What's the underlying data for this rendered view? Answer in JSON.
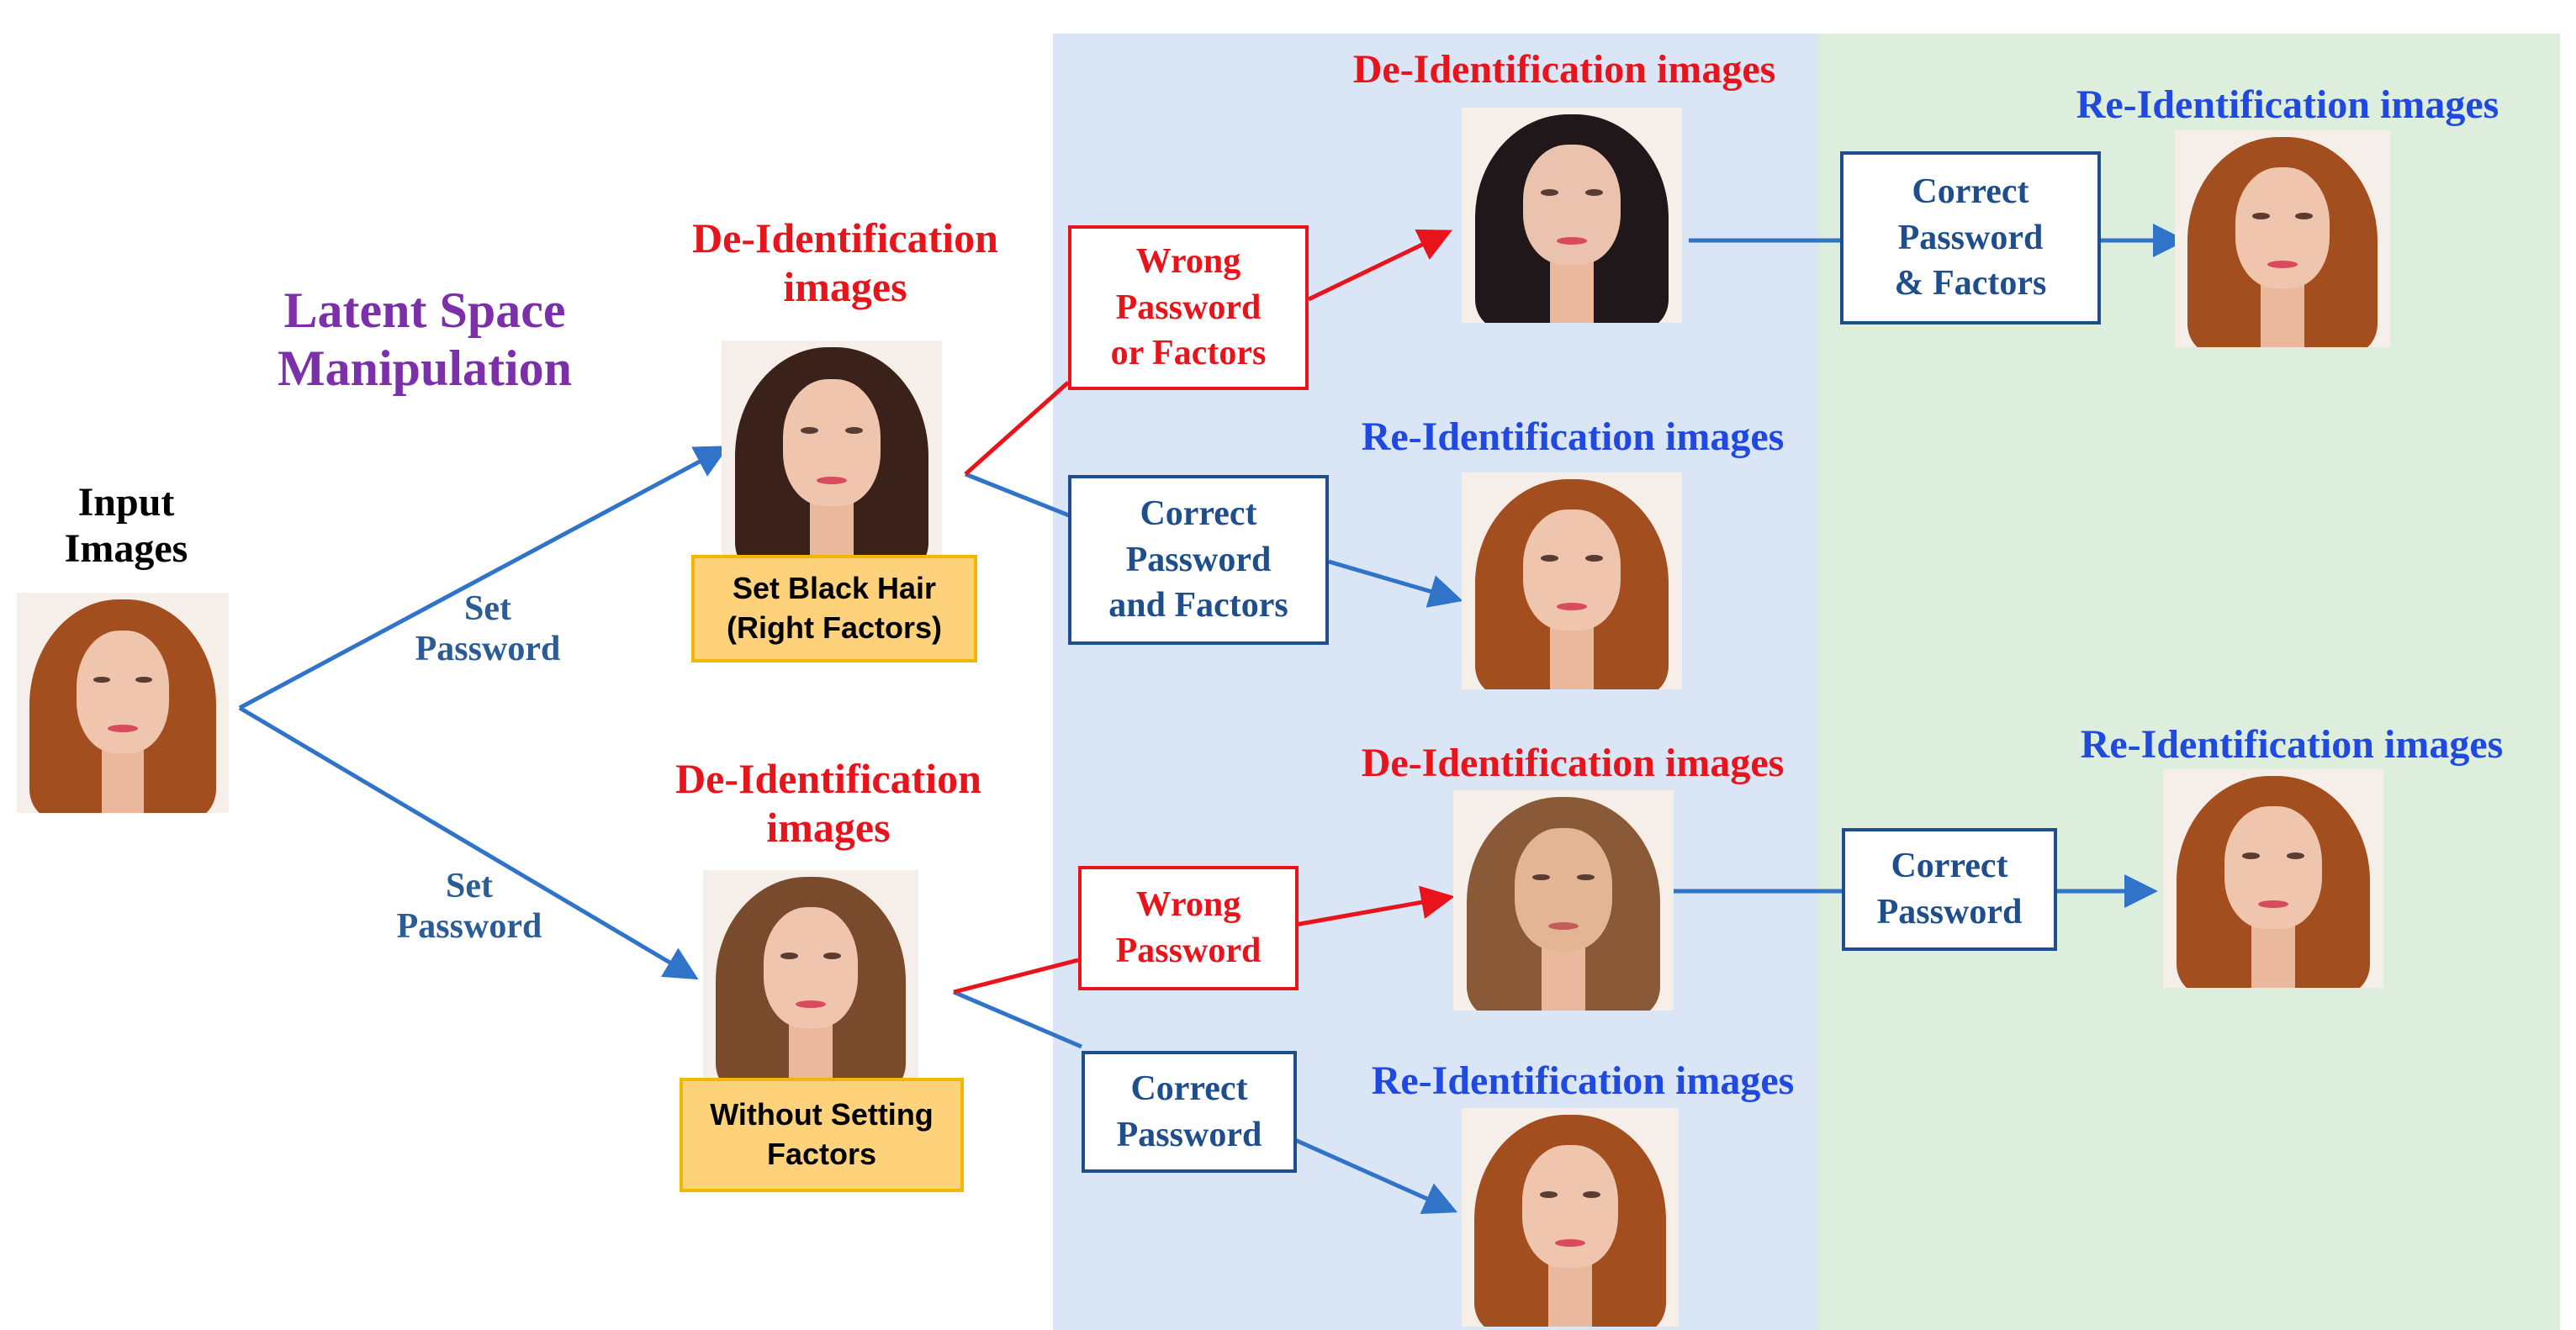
{
  "colors": {
    "arrow_blue": "#2f74c9",
    "arrow_red": "#e8141b",
    "panel_blue": "#dae5f5",
    "panel_green": "#ddeedd"
  },
  "input": {
    "label": "Input\nImages"
  },
  "latent": {
    "label": "Latent Space\nManipulation"
  },
  "edges": {
    "set_password_top": "Set\nPassword",
    "set_password_bottom": "Set\nPassword"
  },
  "top_branch": {
    "deid_label": "De-Identification\nimages",
    "factor_box": "Set Black Hair\n(Right Factors)",
    "wrong_box": "Wrong\nPassword\nor Factors",
    "correct_box": "Correct\nPassword\nand Factors",
    "deid2_label": "De-Identification images",
    "reid_label": "Re-Identification images",
    "correct2_box": "Correct\nPassword\n& Factors",
    "reid2_label": "Re-Identification images"
  },
  "bottom_branch": {
    "deid_label": "De-Identification\nimages",
    "factor_box": "Without Setting\nFactors",
    "wrong_box": "Wrong\nPassword",
    "correct_box": "Correct\nPassword",
    "deid2_label": "De-Identification images",
    "reid_label": "Re-Identification images",
    "correct2_box": "Correct\nPassword",
    "reid2_label": "Re-Identification images"
  }
}
